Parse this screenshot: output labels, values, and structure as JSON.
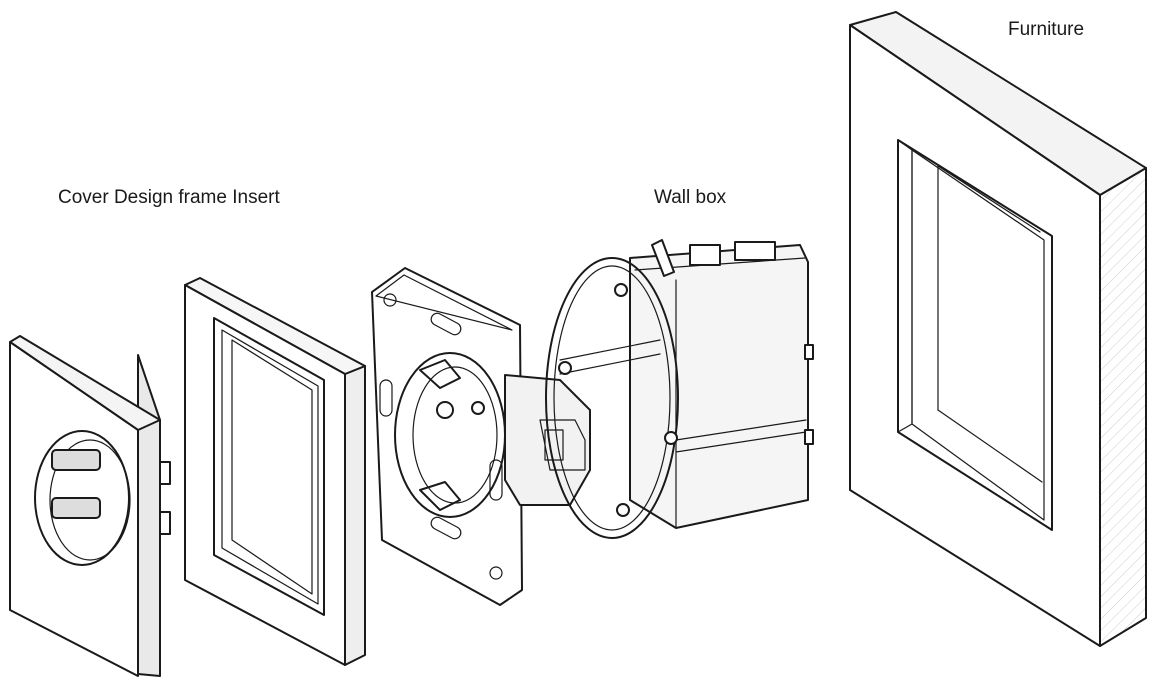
{
  "labels": {
    "cover_frame_insert": "Cover Design frame Insert",
    "wall_box": "Wall box",
    "furniture": "Furniture"
  },
  "colors": {
    "line": "#1a1a1a",
    "face": "#ffffff",
    "side": "#f2f2f2",
    "shade": "#e6e6e6"
  },
  "components": [
    {
      "name": "cover",
      "icon": "socket-cover-drawing"
    },
    {
      "name": "design-frame",
      "icon": "frame-drawing"
    },
    {
      "name": "insert",
      "icon": "socket-insert-drawing"
    },
    {
      "name": "wall-box",
      "icon": "wall-box-drawing"
    },
    {
      "name": "furniture",
      "icon": "furniture-panel-drawing"
    }
  ]
}
